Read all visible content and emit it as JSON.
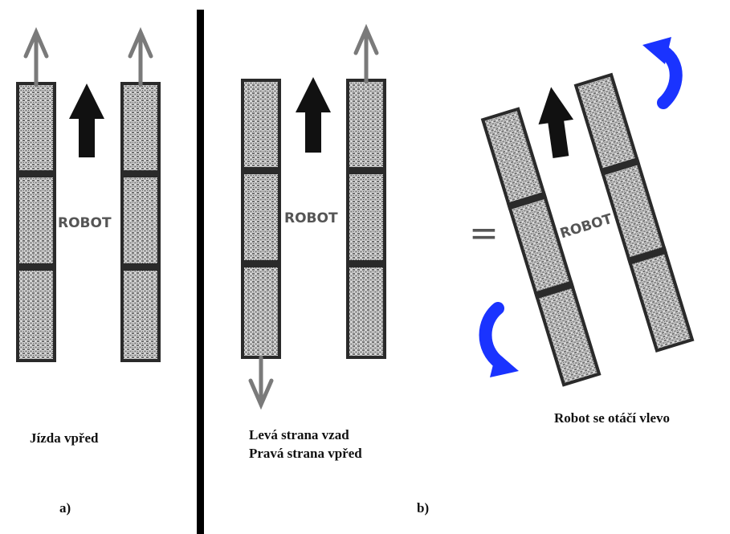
{
  "panel_a": {
    "robot_label": "ROBOT",
    "caption": "Jízda vpřed",
    "letter": "a)"
  },
  "panel_b": {
    "robot_label": "ROBOT",
    "caption_line1": "Levá strana vzad",
    "caption_line2": "Pravá strana vpřed",
    "letter": "b)"
  },
  "panel_c": {
    "equals_sign": "=",
    "robot_label": "ROBOT",
    "caption": "Robot se otáčí vlevo"
  },
  "colors": {
    "divider": "#000000",
    "track_dark": "#2a2a2a",
    "track_grey": "#9a9a9a",
    "thin_arrow": "#7a7a7a",
    "black_arrow": "#111111",
    "rotation_arrow": "#1a33ff"
  }
}
